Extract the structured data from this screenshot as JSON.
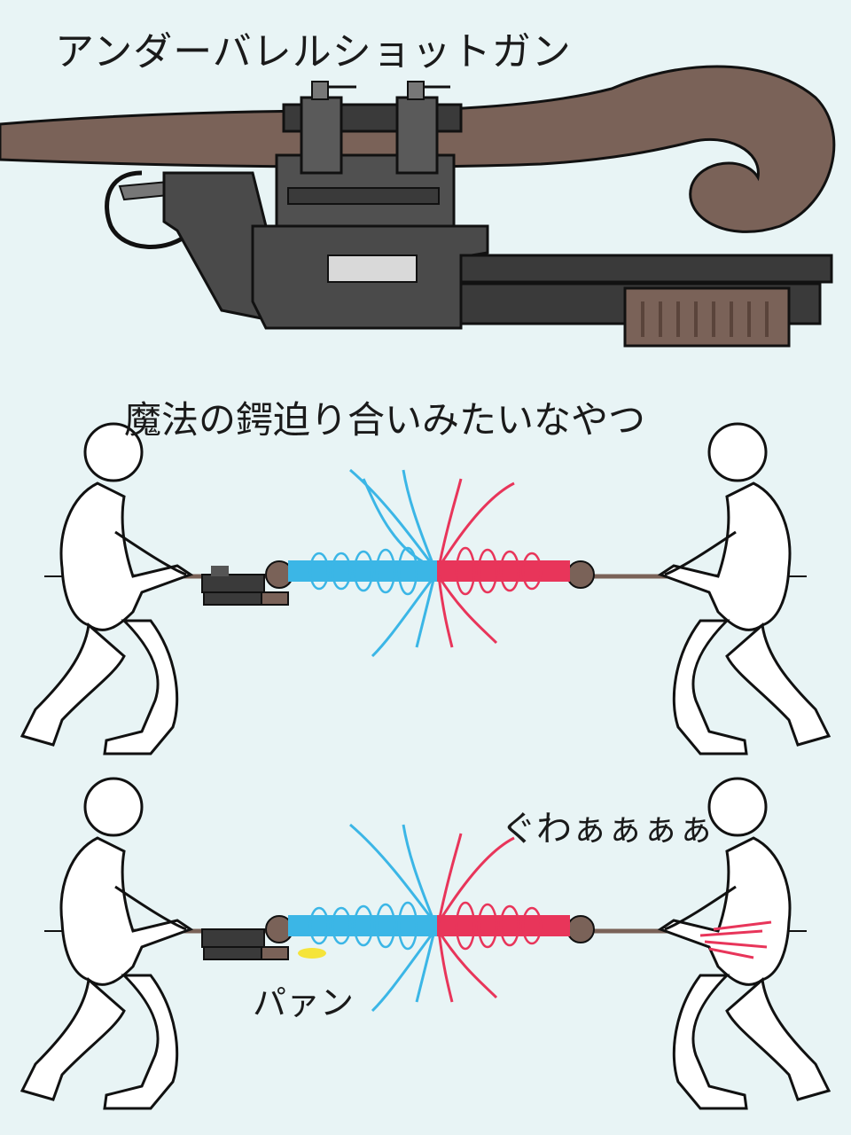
{
  "captions": {
    "title": "アンダーバレルショットガン",
    "subtitle": "魔法の鍔迫り合いみたいなやつ",
    "shout": "ぐわぁぁぁぁ",
    "bang": "パァン"
  },
  "colors": {
    "background": "#e8f4f5",
    "wand": "#7a6258",
    "gun_body": "#4a4a4a",
    "gun_dark": "#3a3a3a",
    "blue_magic": "#3bb6e6",
    "red_magic": "#e8355a",
    "muzzle_flash": "#f5e43a"
  },
  "icons": {
    "panel1": "wand-with-underbarrel-shotgun",
    "panel2": "magic-duel-figures",
    "panel3": "magic-duel-shotgun-shot"
  }
}
